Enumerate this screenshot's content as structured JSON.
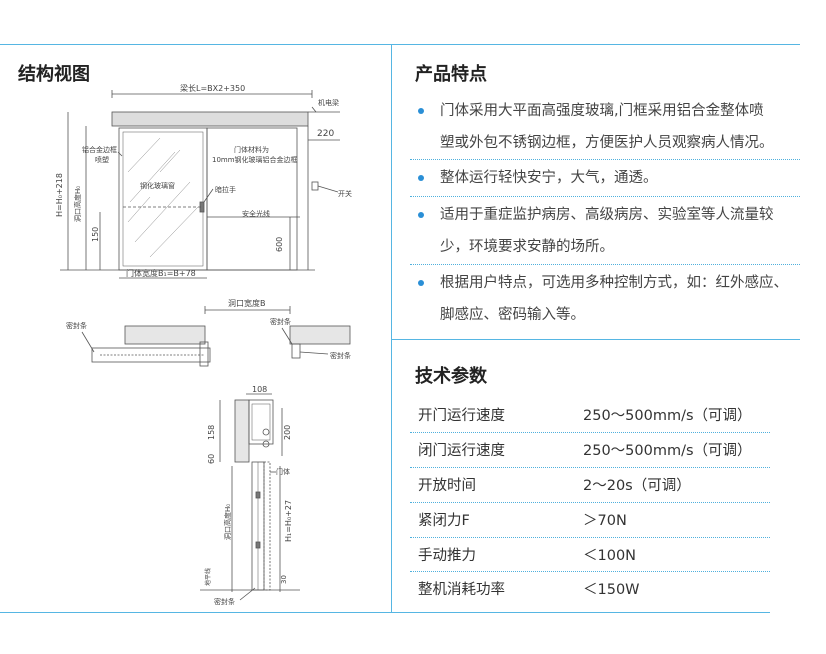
{
  "structure_section": {
    "title": "结构视图",
    "diagram_labels": {
      "beam_length": "梁长L=BX2+350",
      "motor_beam": "机电梁",
      "dim_220": "220",
      "aluminum_frame_door": "铝合金边框",
      "spray": "喷塑",
      "door_frame_material": "门体材料为",
      "glass_spec": "10mm钢化玻璃铝合金边框",
      "glass_window": "钢化玻璃窗",
      "handle": "暗拉手",
      "safety_beam": "安全光线",
      "switch": "开关",
      "height_total": "H=H₀+218",
      "opening_height": "洞口高度H₀",
      "dim_150": "150",
      "dim_600": "600",
      "door_width": "门体宽度B₁=B+78",
      "opening_width_b": "洞口宽度B",
      "seal_strip": "密封条",
      "dim_108": "108",
      "dim_158": "158",
      "dim_200": "200",
      "dim_60": "60",
      "door_leaf": "门体",
      "opening_height_side": "洞口高度H₀",
      "h1": "H₁=H₀+27",
      "floor_line": "地平线",
      "dim_30": "30"
    }
  },
  "features_section": {
    "title": "产品特点",
    "items": [
      {
        "line1": "门体采用大平面高强度玻璃,门框采用铝合金整体喷",
        "line2": "塑或外包不锈钢边框，方便医护人员观察病人情况。"
      },
      {
        "line1": "整体运行轻快安宁，大气，通透。",
        "line2": ""
      },
      {
        "line1": "适用于重症监护病房、高级病房、实验室等人流量较",
        "line2": "少，环境要求安静的场所。"
      },
      {
        "line1": "根据用户特点，可选用多种控制方式，如：红外感应、",
        "line2": "脚感应、密码输入等。"
      }
    ]
  },
  "params_section": {
    "title": "技术参数",
    "rows": [
      {
        "label": "开门运行速度",
        "value": "250～500mm/s（可调）"
      },
      {
        "label": "闭门运行速度",
        "value": "250～500mm/s（可调）"
      },
      {
        "label": "开放时间",
        "value": "2～20s（可调）"
      },
      {
        "label": "紧闭力F",
        "value": "＞70N"
      },
      {
        "label": "手动推力",
        "value": "＜100N"
      },
      {
        "label": "整机消耗功率",
        "value": "＜150W"
      }
    ]
  },
  "colors": {
    "accent": "#56b6e3",
    "bullet": "#2a8fd6",
    "line_drawing": "#555555"
  }
}
